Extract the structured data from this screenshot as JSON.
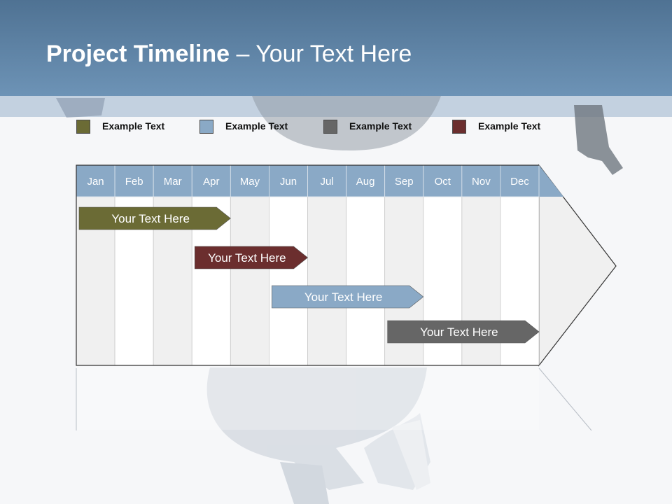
{
  "title": {
    "bold": "Project Timeline",
    "rest": " – Your Text Here"
  },
  "legend": [
    {
      "label": "Example Text",
      "color": "#6b6b35"
    },
    {
      "label": "Example Text",
      "color": "#8aa9c6"
    },
    {
      "label": "Example Text",
      "color": "#666666"
    },
    {
      "label": "Example Text",
      "color": "#6b2e2e"
    }
  ],
  "months": [
    "Jan",
    "Feb",
    "Mar",
    "Apr",
    "May",
    "Jun",
    "Jul",
    "Aug",
    "Sep",
    "Oct",
    "Nov",
    "Dec"
  ],
  "tasks": [
    {
      "label": "Your  Text Here",
      "color": "#6b6b35",
      "start_month": "Jan",
      "end_month": "Apr"
    },
    {
      "label": "Your  Text Here",
      "color": "#6b2e2e",
      "start_month": "Apr",
      "end_month": "Jun"
    },
    {
      "label": "Your  Text Here",
      "color": "#8aa9c6",
      "start_month": "Jun",
      "end_month": "Sep"
    },
    {
      "label": "Your  Text Here",
      "color": "#666666",
      "start_month": "Sep",
      "end_month": "Dec"
    }
  ],
  "colors": {
    "header": "#5b7fa2",
    "month_header": "#8aa9c6",
    "grid_shade": "#f0f0f0"
  }
}
